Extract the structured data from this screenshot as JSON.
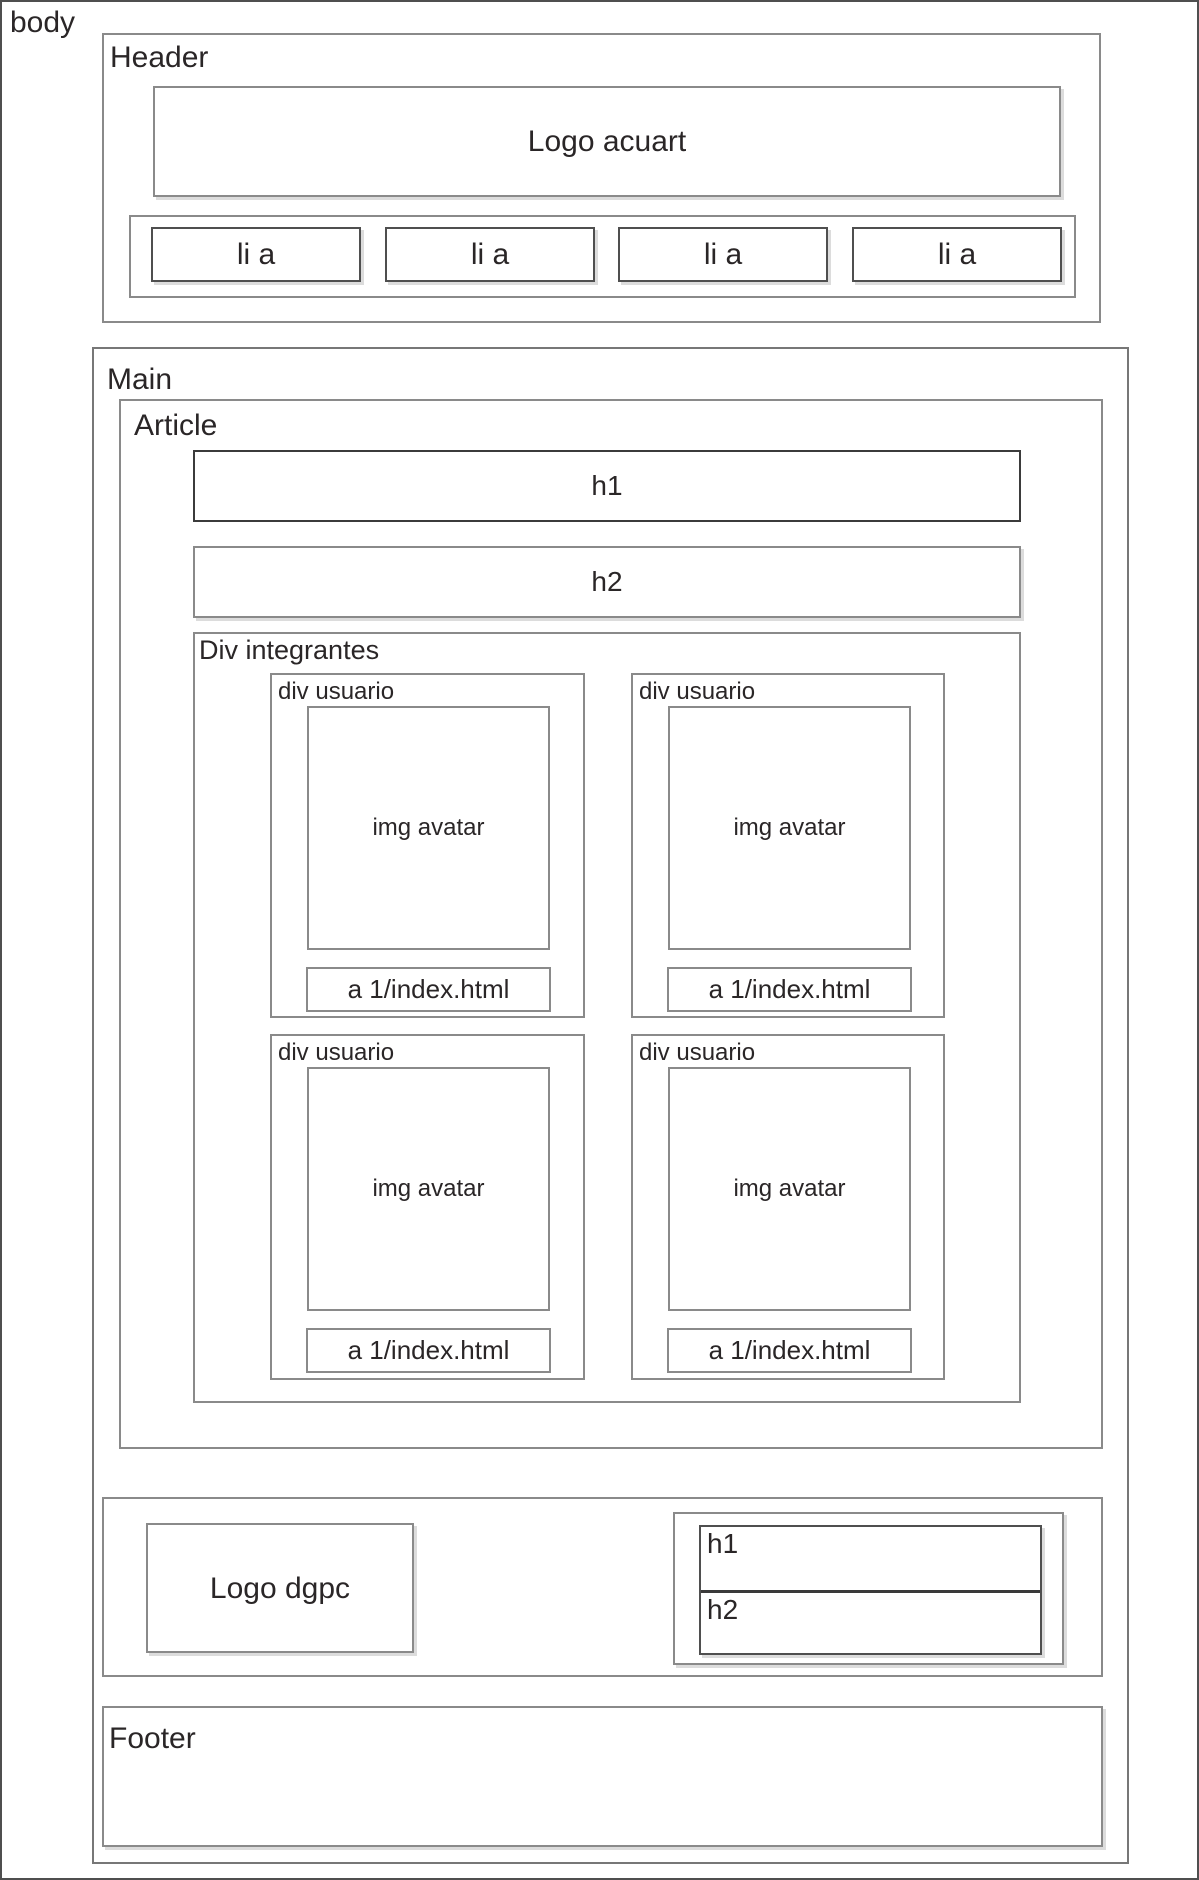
{
  "page": {
    "body_label": "body"
  },
  "header": {
    "label": "Header",
    "logo": "Logo acuart",
    "nav_items": [
      "li a",
      "li a",
      "li a",
      "li a"
    ]
  },
  "main": {
    "label": "Main",
    "article": {
      "label": "Article",
      "h1": "h1",
      "h2": "h2",
      "integrantes": {
        "label": "Div integrantes",
        "cards": [
          {
            "title": "div usuario",
            "avatar": "img avatar",
            "link": "a 1/index.html"
          },
          {
            "title": "div usuario",
            "avatar": "img avatar",
            "link": "a 1/index.html"
          },
          {
            "title": "div usuario",
            "avatar": "img avatar",
            "link": "a 1/index.html"
          },
          {
            "title": "div usuario",
            "avatar": "img avatar",
            "link": "a 1/index.html"
          }
        ]
      }
    },
    "aside": {
      "logo": "Logo dgpc",
      "h1": "h1",
      "h2": "h2"
    },
    "footer": {
      "label": "Footer"
    }
  },
  "colors": {
    "border_gray": "#8a8a8a",
    "border_dark": "#3b3b3b",
    "text": "#2a2627"
  }
}
